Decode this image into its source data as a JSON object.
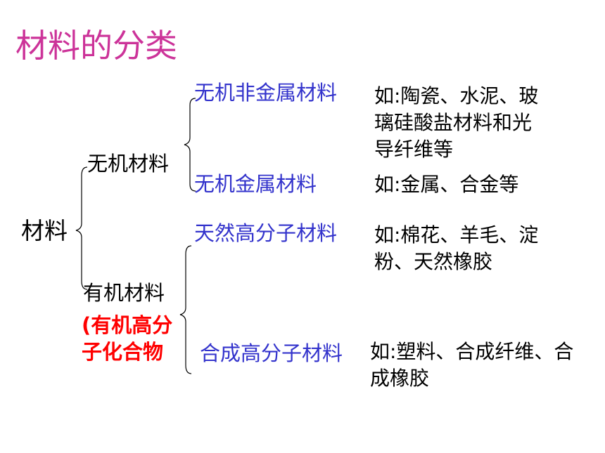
{
  "title": "材料的分类",
  "root": "材料",
  "branches": [
    {
      "label": "无机材料",
      "children": [
        {
          "label": "无机非金属材料",
          "example": "如:陶瓷、水泥、玻璃硅酸盐材料和光导纤维等"
        },
        {
          "label": "无机金属材料",
          "example": "如:金属、合金等"
        }
      ]
    },
    {
      "label": "有机材料",
      "note": "(有机高分子化合物",
      "children": [
        {
          "label": "天然高分子材料",
          "example": "如:棉花、羊毛、淀粉、天然橡胶"
        },
        {
          "label": "合成高分子材料",
          "example": "如:塑料、合成纤维、合成橡胶"
        }
      ]
    }
  ],
  "colors": {
    "title": "#cc3399",
    "subcategory": "#3333cc",
    "note": "#ff0000",
    "text": "#000000"
  }
}
